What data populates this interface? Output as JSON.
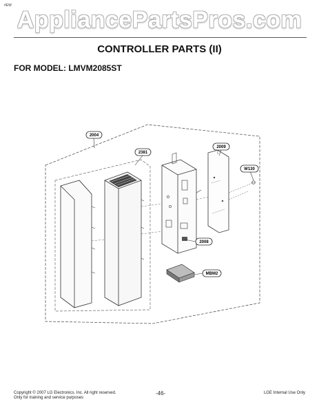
{
  "page": {
    "tag": "#EW",
    "watermark": "AppliancePartsPros.com",
    "title": "CONTROLLER PARTS (II)",
    "model": "FOR MODEL: LMVM2085ST",
    "footer_left_1": "Copyright © 2007 LG Electronics. Inc. All right reserved.",
    "footer_left_2": "Only for training and service purposes",
    "footer_page": "-46-",
    "footer_right": "LGE Internal Use Only"
  },
  "callouts": {
    "c2004": "2004",
    "c2381": "2381",
    "c2009": "2009",
    "cW130": "W130",
    "c2008": "2008",
    "cMBM2": "MBM2"
  }
}
